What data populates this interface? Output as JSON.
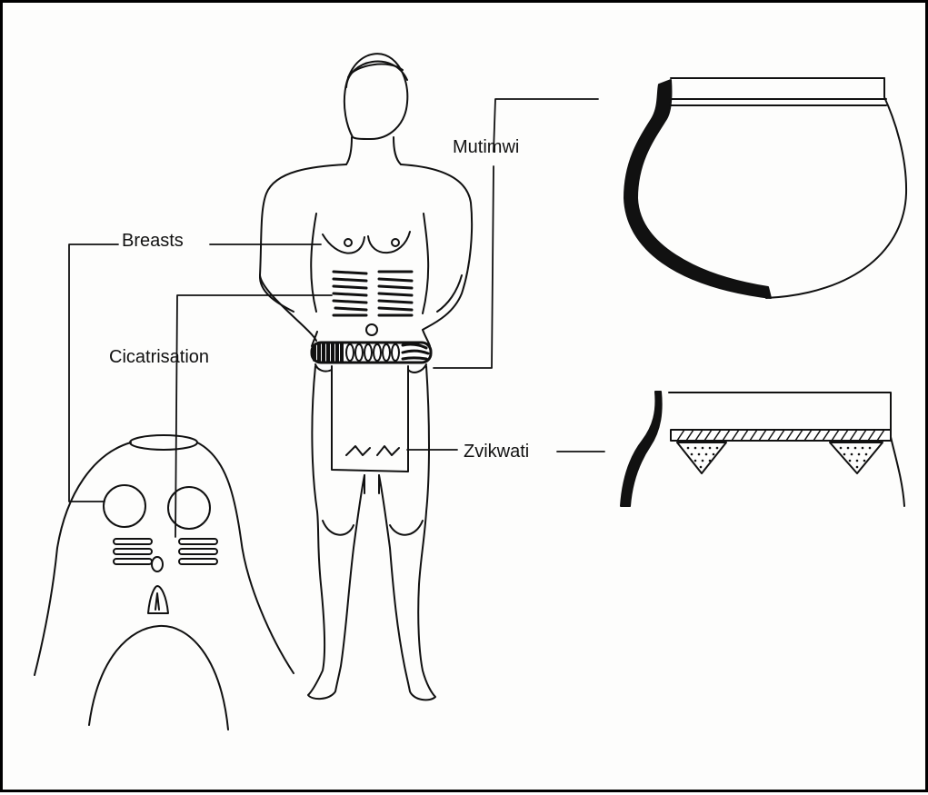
{
  "labels": {
    "breasts": "Breasts",
    "cicatrisation": "Cicatrisation",
    "mutimwi": "Mutimwi",
    "zvikwati": "Zvikwati"
  },
  "colors": {
    "ink": "#111111",
    "background": "#fdfdfc",
    "border": "#000000"
  }
}
